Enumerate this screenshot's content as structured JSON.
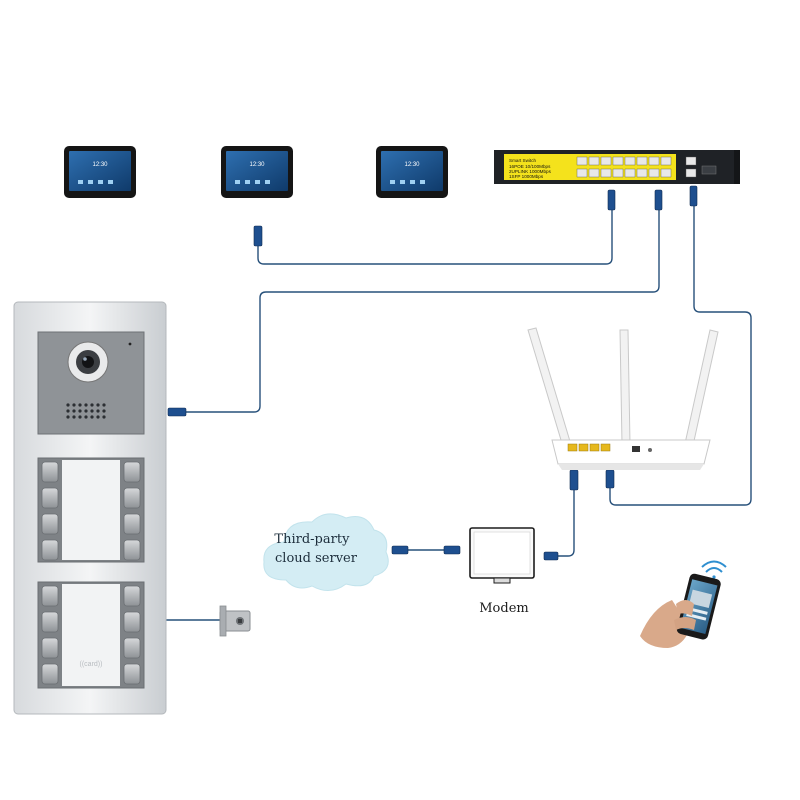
{
  "switch": {
    "label_lines": [
      "Smart Switch",
      "16POE 10/100Mbps",
      "2UPLINK 1000Mbps",
      "1SFP 1000Mbps"
    ]
  },
  "monitors": [
    {
      "time": "12:30"
    },
    {
      "time": "12:30"
    },
    {
      "time": "12:30"
    }
  ],
  "cloud": {
    "line1": "Third-party",
    "line2": "cloud server"
  },
  "modem": {
    "label": "Modem"
  },
  "panel": {
    "rfid_text": "((card))"
  },
  "colors": {
    "cable": "#27507a",
    "connector": "#1e4f8f",
    "switch_yellow": "#f4e21c",
    "cloud_fill": "#d4edf4"
  }
}
